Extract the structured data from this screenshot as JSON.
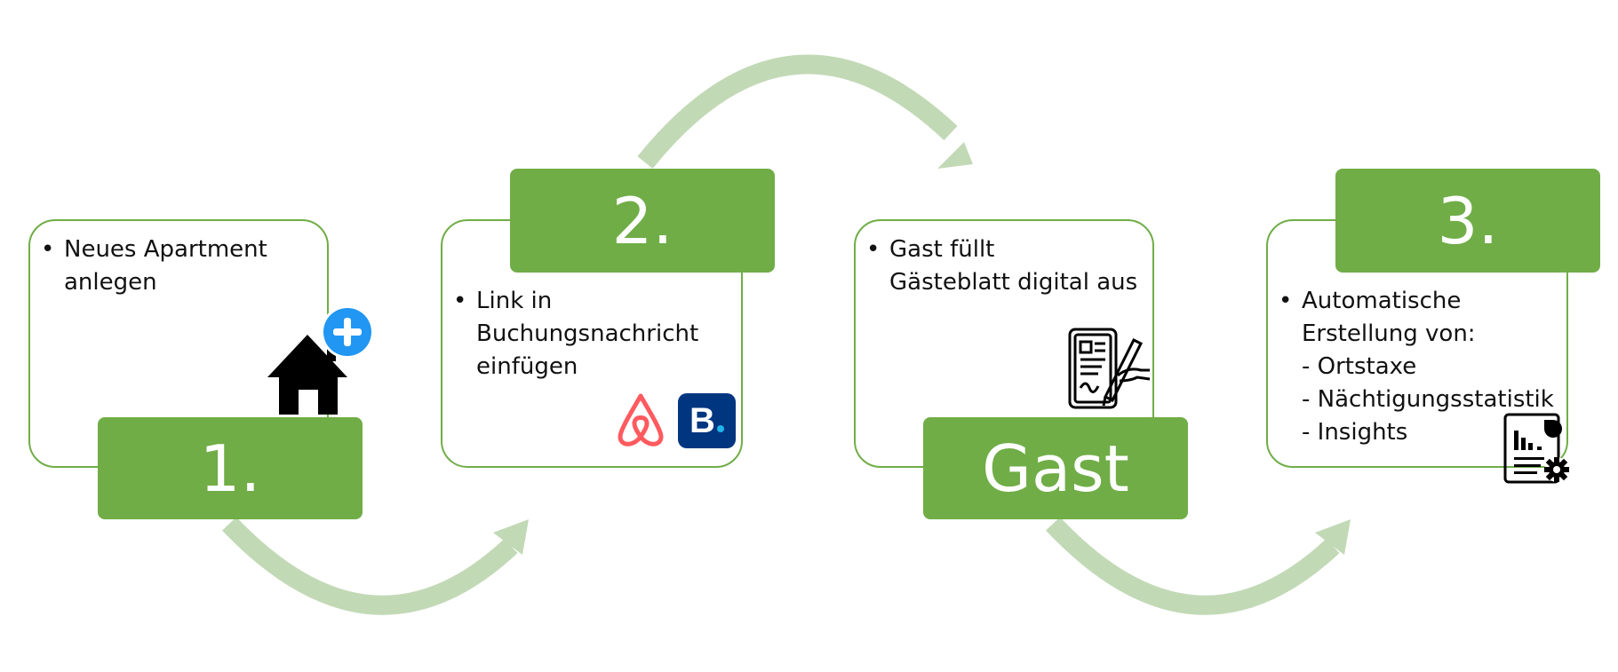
{
  "colors": {
    "green": "#70ad47",
    "arrow": "#c2d9b6",
    "blue": "#2196f3",
    "airbnb": "#ff5a5f",
    "booking": "#003580"
  },
  "steps": [
    {
      "label": "1.",
      "lines": [
        "Neues Apartment",
        "anlegen"
      ],
      "sub": [],
      "icon": "house-plus-icon"
    },
    {
      "label": "2.",
      "lines": [
        "Link in",
        "Buchungsnachricht",
        "einfügen"
      ],
      "sub": [],
      "icon": "airbnb-booking-logos"
    },
    {
      "label": "Gast",
      "lines": [
        "Gast füllt",
        "Gästeblatt digital aus"
      ],
      "sub": [],
      "icon": "signing-document-icon"
    },
    {
      "label": "3.",
      "lines": [
        "Automatische",
        "Erstellung von:"
      ],
      "sub": [
        "- Ortstaxe",
        "- Nächtigungsstatistik",
        "- Insights"
      ],
      "icon": "report-settings-icon"
    }
  ],
  "logos": {
    "booking_letter": "B"
  }
}
